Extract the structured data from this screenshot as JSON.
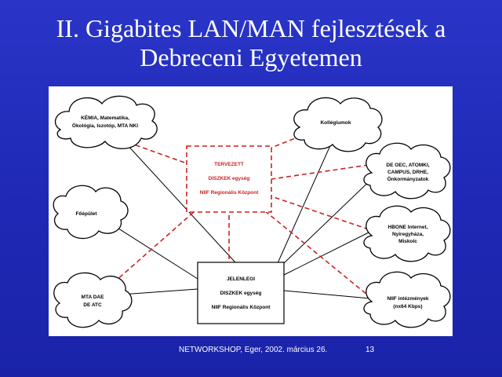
{
  "slide": {
    "title_line1": "II. Gigabites LAN/MAN fejlesztések a",
    "title_line2": "Debreceni Egyetemen",
    "footer": "NETWORKSHOP, Eger, 2002. március 26.",
    "page_number": "13"
  },
  "diagram": {
    "nodes": {
      "kemia": {
        "line1": "KÉMIA, Matematika,",
        "line2": "Ökológia, Iszotóp, MTA NKI"
      },
      "kollegiumok": {
        "line1": "Kollégiumok"
      },
      "foepulet": {
        "line1": "Főépület"
      },
      "mta_dae": {
        "line1": "MTA DAE",
        "line2": "DE ATC"
      },
      "de_oec": {
        "line1": "DE OEC, ATOMKI,",
        "line2": "CAMPUS, DRHE,",
        "line3": "Önkormányzatok"
      },
      "hbone": {
        "line1": "HBONE Internet,",
        "line2": "Nyíregyháza,",
        "line3": "Miskolc"
      },
      "niif_intezmenyek": {
        "line1": "NIIF intézmények",
        "line2": "(nx64 Kbps)"
      }
    },
    "planned_center": {
      "line1": "TERVEZETT",
      "line2": "DISZKEK egység",
      "line3": "NIIF Regionális Központ"
    },
    "current_center": {
      "line1": "JELENLEGI",
      "line2": "DISZKEK egység",
      "line3": "NIIF Regionális Központ"
    },
    "colors": {
      "planned_links": "#cc2222",
      "current_links": "#000000",
      "background": "#1e28b4"
    }
  }
}
